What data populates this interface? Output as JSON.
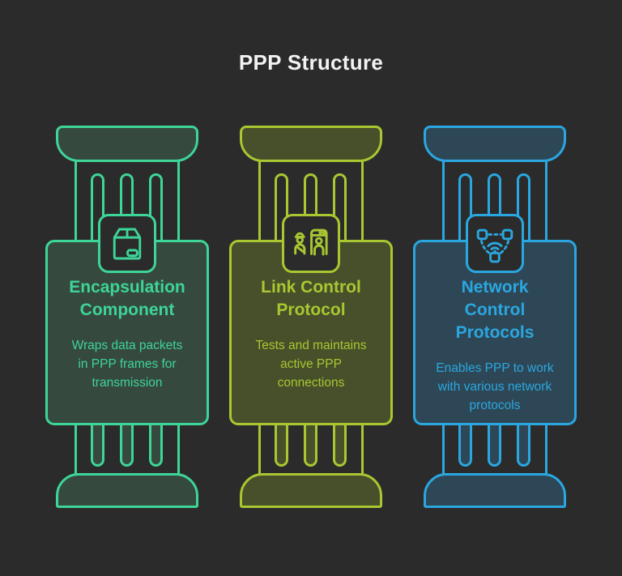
{
  "background": "#2b2b2b",
  "title": {
    "text": "PPP Structure",
    "color": "#f2f2f2"
  },
  "columns": [
    {
      "id": "encapsulation-component",
      "icon": "package-icon",
      "accent": "#3dd598",
      "fill": "#36493e",
      "title": "Encapsulation\nComponent",
      "description": "Wraps data packets\nin PPP frames for\ntransmission"
    },
    {
      "id": "link-control-protocol",
      "icon": "security-checkpoint-icon",
      "accent": "#a8c731",
      "fill": "#47502a",
      "title": "Link Control\nProtocol",
      "description": "Tests and maintains\nactive PPP\nconnections"
    },
    {
      "id": "network-control-protocols",
      "icon": "network-wifi-icon",
      "accent": "#2aa7e0",
      "fill": "#2e4756",
      "title": "Network\nControl\nProtocols",
      "description": "Enables PPP to work\nwith various network\nprotocols"
    }
  ]
}
